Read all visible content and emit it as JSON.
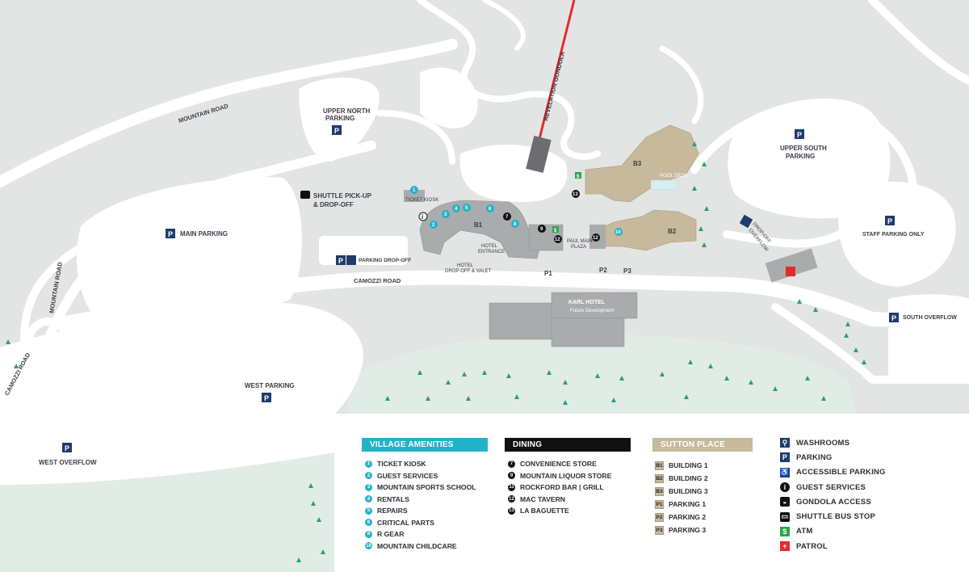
{
  "map": {
    "roads": {
      "mountain_road_top": "MOUNTAIN ROAD",
      "mountain_road_left": "MOUNTAIN ROAD",
      "camozzi_road_left": "CAMOZZI ROAD",
      "camozzi_road": "CAMOZZI ROAD"
    },
    "gondola_label": "REVELATION GONDOLA",
    "areas": {
      "upper_north_parking": [
        "UPPER NORTH",
        "PARKING"
      ],
      "main_parking": "MAIN PARKING",
      "shuttle": [
        "SHUTTLE PICK-UP",
        "& DROP-OFF"
      ],
      "parking_dropoff": "PARKING DROP-OFF",
      "ticket_kiosk": "TICKET KIOSK",
      "hotel_entrance": [
        "HOTEL",
        "ENTRANCE"
      ],
      "hotel_dropoff": [
        "HOTEL",
        "DROP-OFF & VALET"
      ],
      "paul_mair": [
        "PAUL MAIR",
        "PLAZA"
      ],
      "pool_deck": "POOL DECK",
      "upper_south_parking": [
        "UPPER SOUTH",
        "PARKING"
      ],
      "dropoff_overflow": [
        "DROP-OFF",
        "OVERFLOW"
      ],
      "staff_parking": "STAFF PARKING ONLY",
      "south_overflow": "SOUTH OVERFLOW",
      "karl_hotel": [
        "KARL HOTEL",
        "Future Development"
      ],
      "west_parking": "WEST PARKING",
      "west_overflow": "WEST OVERFLOW"
    },
    "building_labels": [
      "B1",
      "B2",
      "B3"
    ],
    "parking_labels": [
      "P1",
      "P2",
      "P3"
    ],
    "parking_symbol": "P",
    "info_symbol": "i"
  },
  "legend": {
    "village_amenities": {
      "title": "VILLAGE AMENITIES",
      "items": [
        {
          "num": "1",
          "label": "TICKET KIOSK"
        },
        {
          "num": "2",
          "label": "GUEST SERVICES"
        },
        {
          "num": "3",
          "label": "MOUNTAIN SPORTS SCHOOL"
        },
        {
          "num": "4",
          "label": "RENTALS"
        },
        {
          "num": "5",
          "label": "REPAIRS"
        },
        {
          "num": "6",
          "label": "CRITICAL PARTS"
        },
        {
          "num": "8",
          "label": "R GEAR"
        },
        {
          "num": "10",
          "label": "MOUNTAIN CHILDCARE"
        }
      ]
    },
    "dining": {
      "title": "DINING",
      "items": [
        {
          "num": "7",
          "label": "CONVENIENCE STORE"
        },
        {
          "num": "9",
          "label": "MOUNTAIN LIQUOR STORE"
        },
        {
          "num": "11",
          "label": "ROCKFORD BAR | GRILL"
        },
        {
          "num": "12",
          "label": "MAC TAVERN"
        },
        {
          "num": "13",
          "label": "LA BAGUETTE"
        }
      ]
    },
    "sutton_place": {
      "title": "SUTTON PLACE HOTEL",
      "items": [
        {
          "code": "B1",
          "label": "BUILDING 1"
        },
        {
          "code": "B2",
          "label": "BUILDING 2"
        },
        {
          "code": "B3",
          "label": "BUILDING 3"
        },
        {
          "code": "P1",
          "label": "PARKING 1"
        },
        {
          "code": "P2",
          "label": "PARKING 2"
        },
        {
          "code": "P3",
          "label": "PARKING 3"
        }
      ]
    },
    "symbols": [
      {
        "icon": "washroom-icon",
        "label": "WASHROOMS"
      },
      {
        "icon": "parking-icon",
        "glyph": "P",
        "label": "PARKING"
      },
      {
        "icon": "accessible-icon",
        "glyph": "♿",
        "label": "ACCESSIBLE PARKING"
      },
      {
        "icon": "info-icon",
        "glyph": "i",
        "label": "GUEST SERVICES"
      },
      {
        "icon": "gondola-icon",
        "label": "GONDOLA ACCESS"
      },
      {
        "icon": "bus-icon",
        "label": "SHUTTLE BUS STOP"
      },
      {
        "icon": "atm-icon",
        "glyph": "$",
        "label": "ATM"
      },
      {
        "icon": "patrol-icon",
        "glyph": "+",
        "label": "PATROL"
      }
    ]
  },
  "colors": {
    "background": "#e3e4e4",
    "road": "#ffffff",
    "forest": "#e2ece6",
    "building_tan": "#c7b99b",
    "building_grey": "#a9abad",
    "teal": "#23b3c9",
    "navy": "#1f3c6b",
    "gondola_red": "#e42b2b",
    "tree_green": "#2e9e6a"
  }
}
